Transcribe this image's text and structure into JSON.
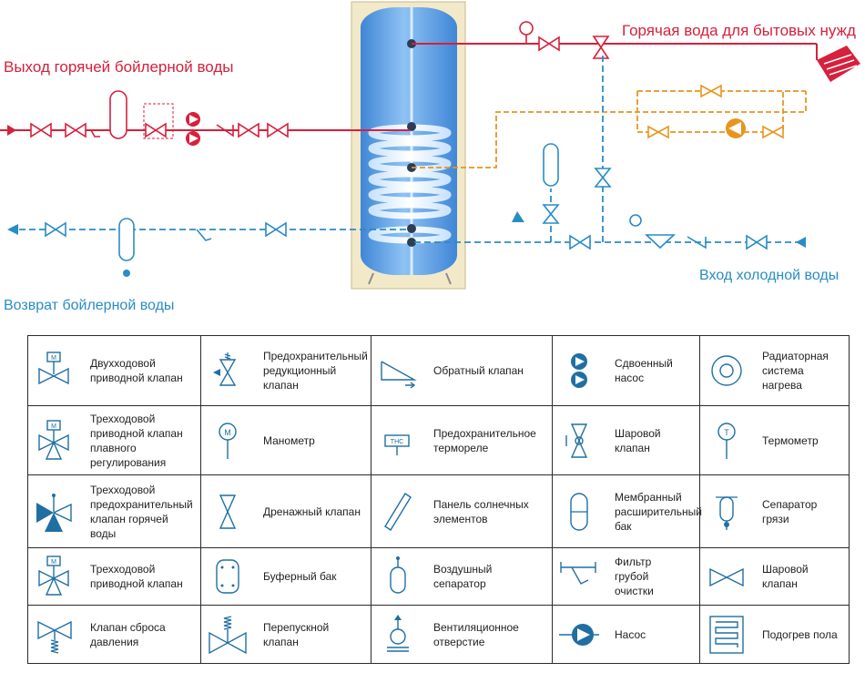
{
  "labels": {
    "hot_out": "Выход горячей бойлерной воды",
    "hot_domestic": "Горячая вода для бытовых нужд",
    "cold_in": "Вход холодной воды",
    "return": "Возврат бойлерной воды"
  },
  "colors": {
    "hot": "#d6203c",
    "cold": "#2a8cc4",
    "heating": "#e8951e",
    "tank": "#5aa3e8",
    "icon": "#1f6fa3"
  },
  "legend": {
    "rows": [
      [
        {
          "icon": "two-way-actuated-valve-icon",
          "text": "Двухходовой\nприводной клапан"
        },
        {
          "icon": "safety-reducing-valve-icon",
          "text": "Предохранительный\nредукционный\nклапан"
        },
        {
          "icon": "check-valve-icon",
          "text": "Обратный клапан"
        },
        {
          "icon": "twin-pump-icon",
          "text": "Сдвоенный\nнасос"
        },
        {
          "icon": "radiator-system-icon",
          "text": "Радиаторная\nсистема\nнагрева"
        }
      ],
      [
        {
          "icon": "three-way-modulating-valve-icon",
          "text": "Трехходовой\nприводной клапан\nплавного\nрегулирования"
        },
        {
          "icon": "manometer-icon",
          "text": "Манометр"
        },
        {
          "icon": "thermal-relay-icon",
          "text": "Предохранительное\nтермореле"
        },
        {
          "icon": "ball-valve-drain-icon",
          "text": "Шаровой\nклапан"
        },
        {
          "icon": "thermometer-icon",
          "text": "Термометр"
        }
      ],
      [
        {
          "icon": "three-way-safety-hot-valve-icon",
          "text": "Трехходовой\nпредохранительный\nклапан горячей\nводы"
        },
        {
          "icon": "drain-valve-icon",
          "text": "Дренажный клапан"
        },
        {
          "icon": "solar-panel-icon",
          "text": "Панель солнечных\nэлементов"
        },
        {
          "icon": "membrane-expansion-tank-icon",
          "text": "Мембранный\nрасширительный\nбак"
        },
        {
          "icon": "dirt-separator-icon",
          "text": "Сепаратор\nгрязи"
        }
      ],
      [
        {
          "icon": "three-way-actuated-valve-icon",
          "text": "Трехходовой\nприводной клапан"
        },
        {
          "icon": "buffer-tank-icon",
          "text": "Буферный бак"
        },
        {
          "icon": "air-separator-icon",
          "text": "Воздушный\nсепаратор"
        },
        {
          "icon": "coarse-filter-icon",
          "text": "Фильтр\nгрубой\nочистки"
        },
        {
          "icon": "ball-valve-icon",
          "text": "Шаровой\nклапан"
        }
      ],
      [
        {
          "icon": "pressure-relief-valve-icon",
          "text": "Клапан сброса\nдавления"
        },
        {
          "icon": "bypass-valve-icon",
          "text": "Перепускной\nклапан"
        },
        {
          "icon": "vent-opening-icon",
          "text": "Вентиляционное\nотверстие"
        },
        {
          "icon": "pump-icon",
          "text": "Насос"
        },
        {
          "icon": "floor-heating-icon",
          "text": "Подогрев пола"
        }
      ]
    ],
    "symbols": {
      "manometer": "M",
      "thermometer": "T",
      "thermorelay": "THC"
    }
  }
}
